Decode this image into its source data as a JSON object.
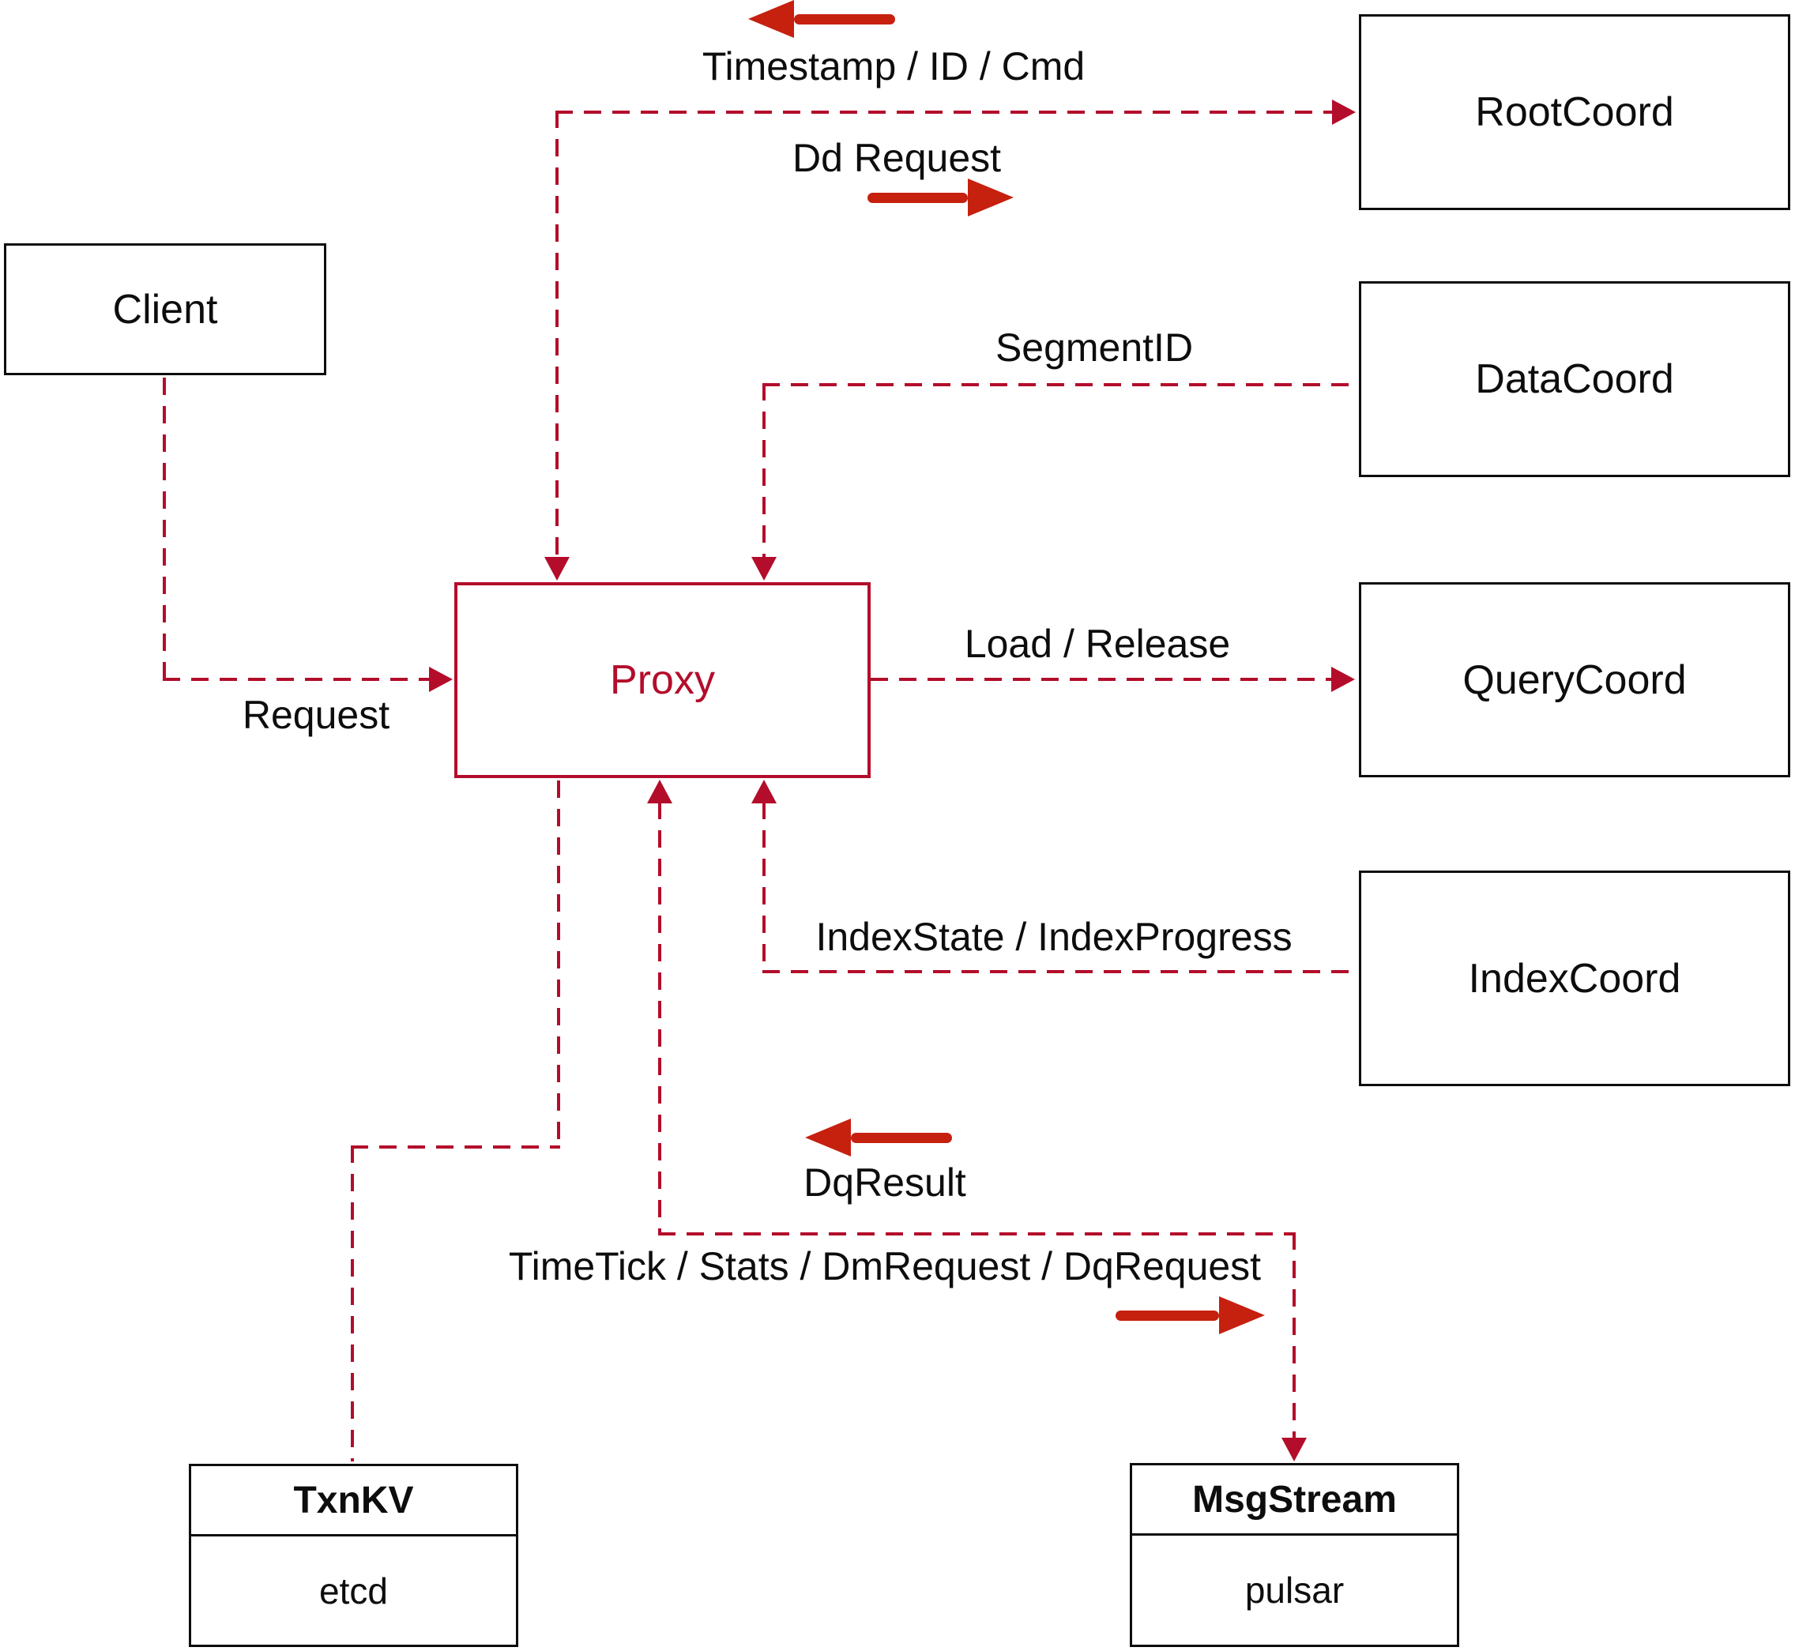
{
  "diagram": {
    "title_hint": "Proxy architecture diagram",
    "colors": {
      "dashed_line": "#b30d2b",
      "solid_arrow": "#c6200f",
      "box_border": "#0d0d0d",
      "proxy_accent": "#b30d2b",
      "background": "#ffffff"
    },
    "nodes": {
      "client": {
        "label": "Client"
      },
      "proxy": {
        "label": "Proxy"
      },
      "root_coord": {
        "label": "RootCoord"
      },
      "data_coord": {
        "label": "DataCoord"
      },
      "query_coord": {
        "label": "QueryCoord"
      },
      "index_coord": {
        "label": "IndexCoord"
      },
      "txn_kv": {
        "title": "TxnKV",
        "subtitle": "etcd"
      },
      "msg_stream": {
        "title": "MsgStream",
        "subtitle": "pulsar"
      }
    },
    "edge_labels": {
      "timestamp_id_cmd": "Timestamp / ID / Cmd",
      "dd_request": "Dd Request",
      "segment_id": "SegmentID",
      "request": "Request",
      "load_release": "Load / Release",
      "index_state_progress": "IndexState / IndexProgress",
      "dq_result": "DqResult",
      "time_tick_stats": "TimeTick / Stats / DmRequest / DqRequest"
    }
  }
}
